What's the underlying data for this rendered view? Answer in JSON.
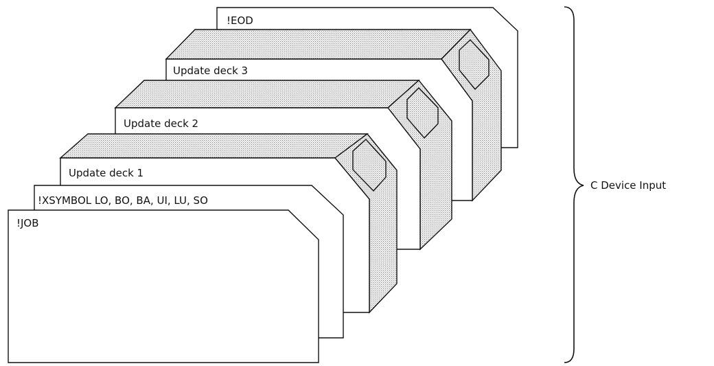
{
  "cards": {
    "eod": "!EOD",
    "update3": "Update deck 3",
    "update2": "Update deck 2",
    "update1": "Update deck 1",
    "xsymbol": "!XSYMBOL LO, BO, BA, UI, LU, SO",
    "job": "!JOB"
  },
  "brace_label": "C Device Input",
  "colors": {
    "ink": "#111111",
    "shading": "#9a9a9a",
    "paper": "#ffffff"
  }
}
